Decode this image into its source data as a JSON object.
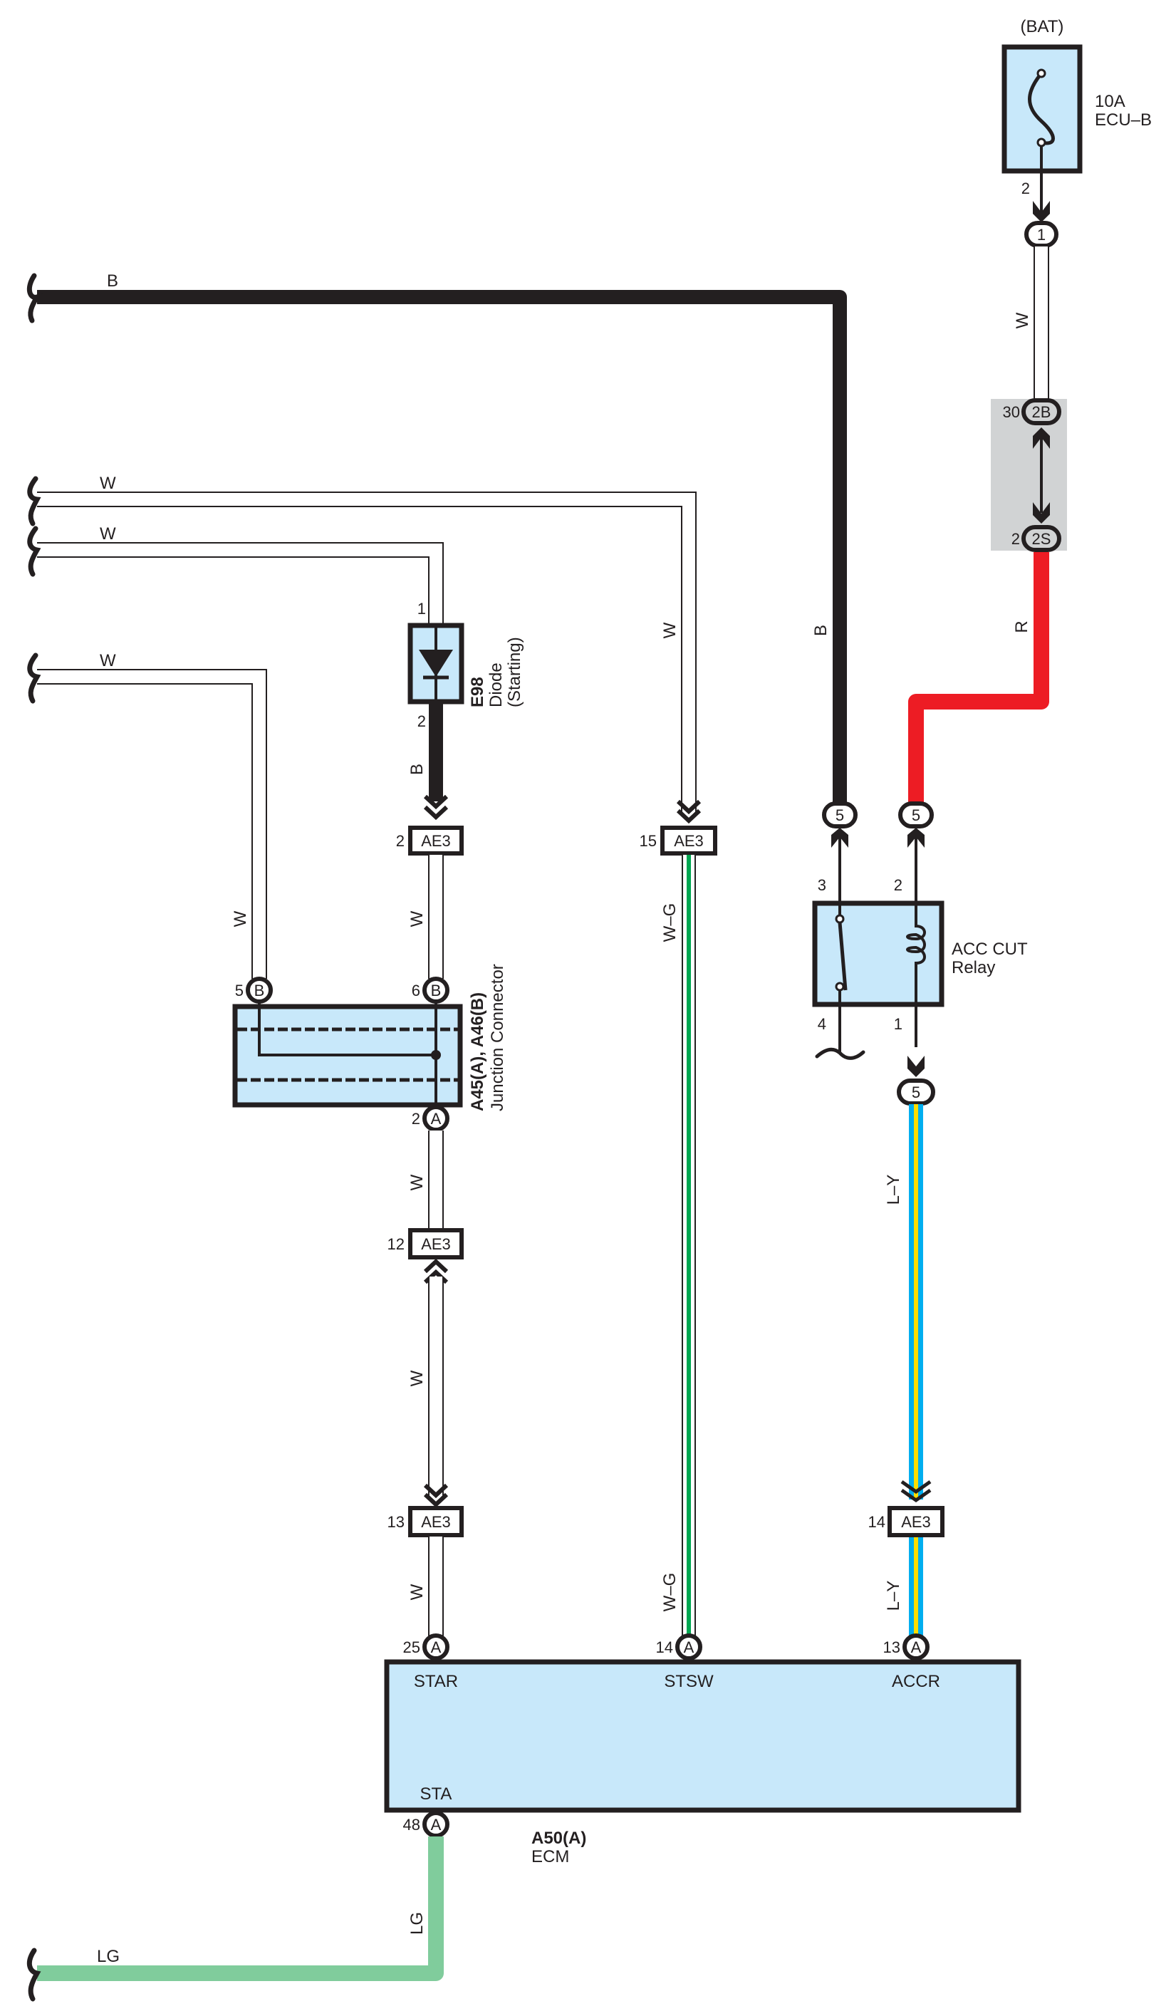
{
  "diagram": {
    "type": "wiring-diagram",
    "source_label": "(BAT)",
    "colors": {
      "component_fill": "#c8e8fa",
      "black_wire": "#231f20",
      "red_wire": "#ed1c24",
      "light_green_wire": "#80cc9c",
      "green_stripe": "#00a651",
      "blue_wire": "#00aeef",
      "yellow_stripe": "#ffde00",
      "junction_block_gray": "#d1d3d4"
    },
    "fuse": {
      "rating": "10A",
      "name": "ECU–B",
      "pin": "2"
    },
    "connector_1": {
      "label": "1"
    },
    "junction_block": {
      "top_pin": "30",
      "top_label": "2B",
      "bottom_pin": "2",
      "bottom_label": "2S"
    },
    "wires": {
      "fuse_to_jb": "W",
      "jb_to_relay": "R",
      "top_black": "B",
      "black_to_relay": "B",
      "w_top": "W",
      "w_mid": "W",
      "w_low": "W",
      "stsw_upper": "W",
      "diode_out": "B",
      "jc_left": "W",
      "jc_upper": "W",
      "jc_lower": "W",
      "ae3_mid": "W",
      "star": "W",
      "stsw_wg_upper": "W–G",
      "stsw_wg_lower": "W–G",
      "accr_upper": "L–Y",
      "accr_lower": "L–Y",
      "sta_vertical": "LG",
      "sta_horizontal": "LG"
    },
    "diode": {
      "id": "E98",
      "name": "Diode",
      "subtitle": "(Starting)",
      "pin_in": "1",
      "pin_out": "2"
    },
    "ae3_connectors": [
      {
        "pin": "2",
        "label": "AE3"
      },
      {
        "pin": "15",
        "label": "AE3"
      },
      {
        "pin": "12",
        "label": "AE3"
      },
      {
        "pin": "13",
        "label": "AE3"
      },
      {
        "pin": "14",
        "label": "AE3"
      }
    ],
    "relay": {
      "name_line1": "ACC CUT",
      "name_line2": "Relay",
      "pin_3": "3",
      "pin_2": "2",
      "pin_4": "4",
      "pin_1": "1",
      "connector_label": "5"
    },
    "junction_connector": {
      "id": "A45(A), A46(B)",
      "name": "Junction Connector",
      "pin_b5": "5",
      "pin_b6": "6",
      "pin_a2": "2",
      "b_label": "B",
      "a_label": "A"
    },
    "ecm": {
      "id": "A50(A)",
      "name": "ECM",
      "pins": [
        {
          "num": "25",
          "conn": "A",
          "signal": "STAR"
        },
        {
          "num": "14",
          "conn": "A",
          "signal": "STSW"
        },
        {
          "num": "13",
          "conn": "A",
          "signal": "ACCR"
        },
        {
          "num": "48",
          "conn": "A",
          "signal": "STA"
        }
      ]
    }
  }
}
